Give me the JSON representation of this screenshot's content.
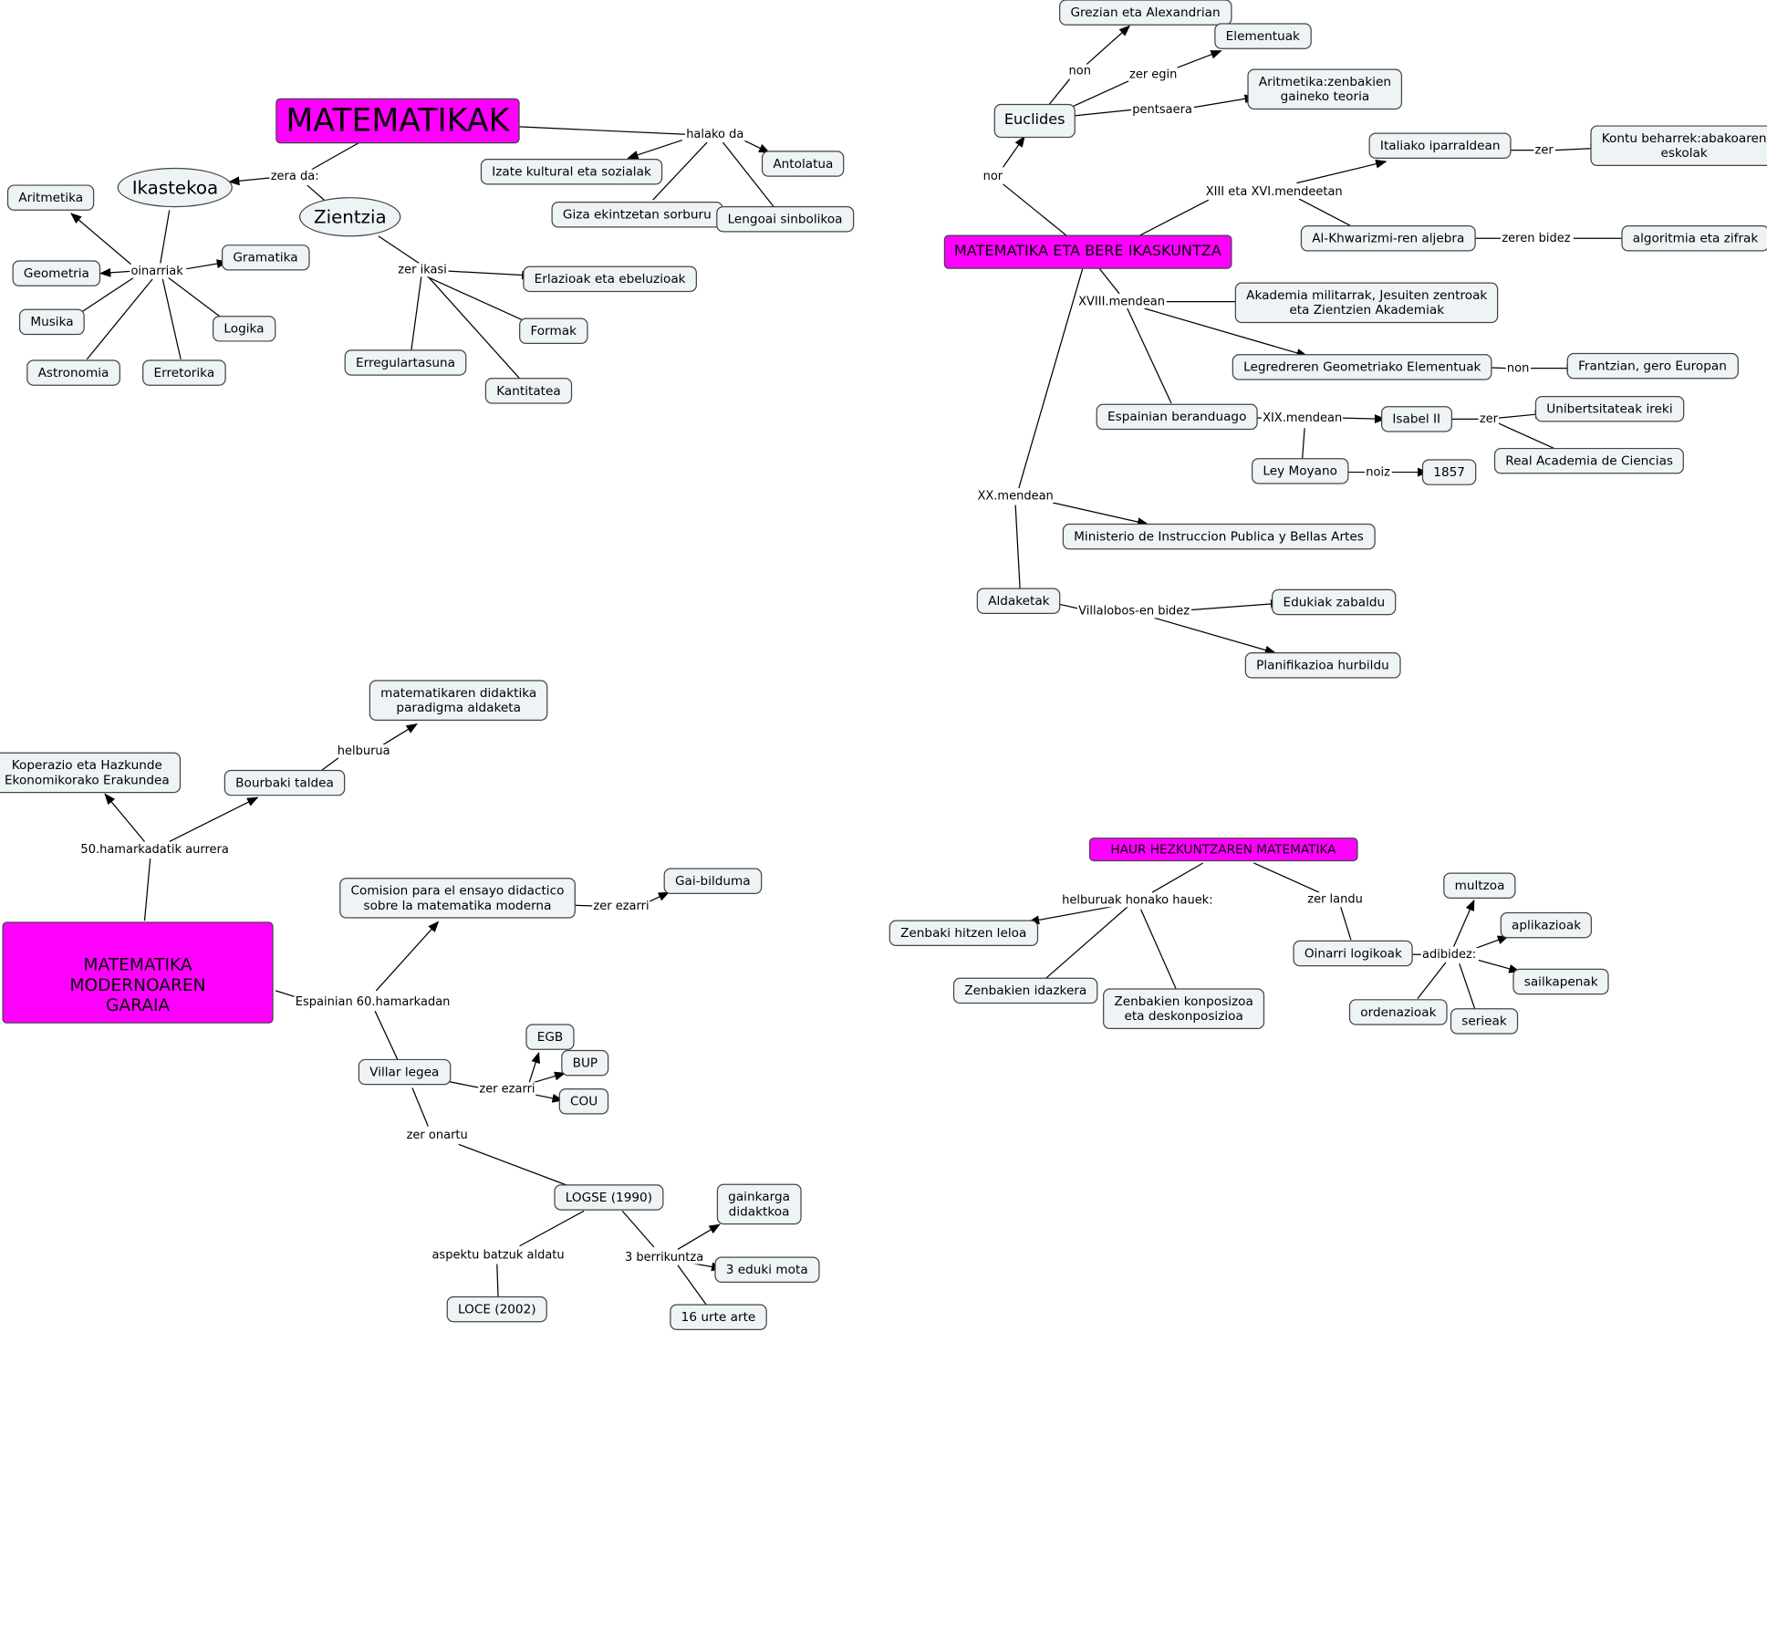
{
  "colors": {
    "root_fill": "#ff00ff",
    "node_fill": "#eef3f6",
    "line": "#000000"
  },
  "matematikak": {
    "root": "MATEMATIKAK",
    "ikastekoa": "Ikastekoa",
    "zientzia": "Zientzia",
    "l_zera_da": "zera da:",
    "l_halako_da": "halako da",
    "l_oinarriak": "oinarriak",
    "l_zer_ikasi": "zer ikasi",
    "izate_kultural": "Izate kultural eta sozialak",
    "giza_ekintzetan": "Giza ekintzetan sorburu",
    "lengoai": "Lengoai sinbolikoa",
    "antolatua": "Antolatua",
    "aritmetika": "Aritmetika",
    "geometria": "Geometria",
    "musika": "Musika",
    "astronomia": "Astronomia",
    "erretorika": "Erretorika",
    "logika": "Logika",
    "gramatika": "Gramatika",
    "erlazioak": "Erlazioak eta ebeluzioak",
    "formak": "Formak",
    "kantitatea": "Kantitatea",
    "erregulartasuna": "Erregulartasuna"
  },
  "ikaskuntza": {
    "root": "MATEMATIKA ETA BERE IKASKUNTZA",
    "euclides": "Euclides",
    "grezian": "Grezian eta Alexandrian",
    "elementuak": "Elementuak",
    "aritmetika_teoria": "Aritmetika:zenbakien\ngaineko teoria",
    "italiako": "Italiako iparraldean",
    "kontu": "Kontu beharrek:abakoaren\neskolak",
    "alkhwarizmi": "Al-Khwarizmi-ren aljebra",
    "algoritmia": "algoritmia eta zifrak",
    "akademia": "Akademia militarrak, Jesuiten zentroak\neta Zientzien Akademiak",
    "legendre": "Legredreren Geometriako Elementuak",
    "frantzian": "Frantzian, gero Europan",
    "espainian": "Espainian beranduago",
    "isabel": "Isabel II",
    "unibertsitateak": "Unibertsitateak ireki",
    "real_academia": "Real Academia de Ciencias",
    "ley_moyano": "Ley Moyano",
    "y1857": "1857",
    "ministerio": "Ministerio de Instruccion Publica y Bellas Artes",
    "aldaketak": "Aldaketak",
    "edukiak": "Edukiak zabaldu",
    "planifikazioa": "Planifikazioa hurbildu",
    "l_nor": "nor",
    "l_non": "non",
    "l_zer_egin": "zer egin",
    "l_pentsaera": "pentsaera",
    "l_xiii": "XIII eta XVI.mendeetan",
    "l_zer": "zer",
    "l_zeren_bidez": "zeren bidez",
    "l_xviii": "XVIII.mendean",
    "l_non2": "non",
    "l_xix": "XIX.mendean",
    "l_zer2": "zer",
    "l_noiz": "noiz",
    "l_xx": "XX.mendean",
    "l_villalobos": "Villalobos-en bidez"
  },
  "modernoa": {
    "root": "MATEMATIKA MODERNOAREN\nGARAIA",
    "l_50": "50.hamarkadatik aurrera",
    "koperazio": "Koperazio eta Hazkunde\nEkonomikorako Erakundea",
    "bourbaki": "Bourbaki taldea",
    "l_helburua": "helburua",
    "didaktika": "matematikaren didaktika\nparadigma aldaketa",
    "l_60": "Espainian 60.hamarkadan",
    "comision": "Comision para el ensayo didactico\nsobre la matematika moderna",
    "l_zer_ezarri": "zer ezarri",
    "gai_bilduma": "Gai-bilduma",
    "villar": "Villar legea",
    "l_zer_ezarri2": "zer ezarri",
    "egb": "EGB",
    "bup": "BUP",
    "cou": "COU",
    "l_zer_onartu": "zer onartu",
    "logse": "LOGSE (1990)",
    "l_aspektu": "aspektu batzuk aldatu",
    "loce": "LOCE (2002)",
    "l_3berri": "3 berrikuntza",
    "gainkarga": "gainkarga\ndidaktkoa",
    "eduki_mota": "3 eduki mota",
    "urte16": "16 urte arte"
  },
  "haur": {
    "root": "HAUR HEZKUNTZAREN MATEMATIKA",
    "l_helburuak": "helburuak honako hauek:",
    "l_zer_landu": "zer landu",
    "zenbaki_hitzen": "Zenbaki hitzen leloa",
    "zenbakien_idazkera": "Zenbakien idazkera",
    "konposizoa": "Zenbakien konposizoa\neta deskonposizioa",
    "oinarri": "Oinarri logikoak",
    "l_adibidez": "adibidez:",
    "multzoa": "multzoa",
    "aplikazioak": "aplikazioak",
    "sailkapenak": "sailkapenak",
    "serieak": "serieak",
    "ordenazioak": "ordenazioak"
  }
}
